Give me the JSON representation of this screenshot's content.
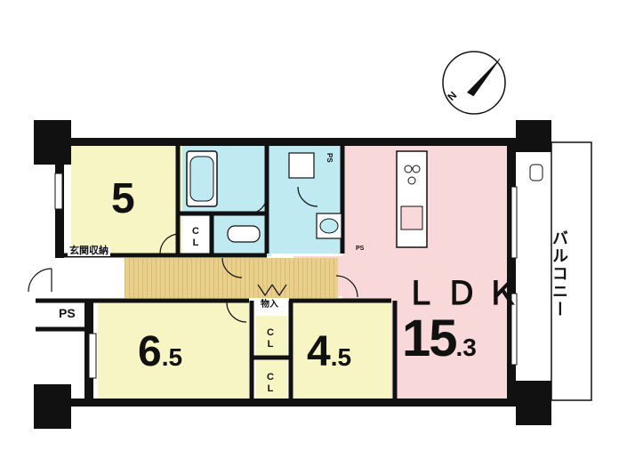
{
  "rooms": {
    "western_top": {
      "size": "5"
    },
    "western_mid": {
      "size_main": "6",
      "size_sub": ".5"
    },
    "western_right": {
      "size_main": "4",
      "size_sub": ".5"
    },
    "ldk": {
      "name": "ＬＤＫ",
      "size_main": "15",
      "size_sub": ".3"
    }
  },
  "labels": {
    "genkan_storage": "玄関収納",
    "ps": "PS",
    "ps_small": "PS",
    "storage": "物入",
    "closet": "CL",
    "balcony": "バルコニー"
  },
  "compass": {
    "north": "N"
  },
  "colors": {
    "wall": "#111111",
    "western_room": "#f7f5c4",
    "water_area": "#bfeaf2",
    "ldk": "#f8d8d8",
    "hallway_wood": "#e8cf8a",
    "wood_line": "#cfa95a"
  }
}
